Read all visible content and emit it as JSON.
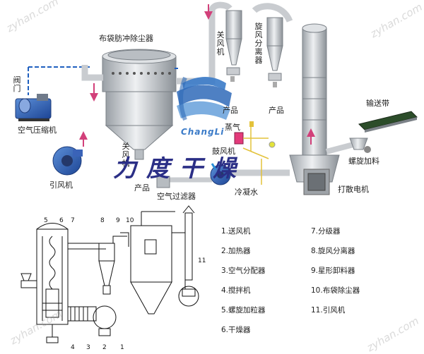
{
  "top_labels": {
    "bag_filter": "布袋肪冲除尘器",
    "valve": "阀门",
    "air_compressor": "空气压缩机",
    "induced_fan": "引风机",
    "closing_fan_top": "关风机",
    "cyclone": "旋风分离器",
    "conveyor_belt": "输送带",
    "product_1": "产品",
    "product_2": "产品",
    "product_3": "产品",
    "steam": "蒸气",
    "closing_fan_mid": "关风机",
    "screw_feed": "螺旋加料",
    "air_filter": "空气过滤器",
    "blower": "鼓风机",
    "cooling_water": "冷凝水",
    "break_motor": "打散电机"
  },
  "brand": {
    "logo_text": "ChangLi",
    "name": "力度干燥",
    "watermark": "zyhan.com"
  },
  "diagram_numbers": [
    "1",
    "2",
    "3",
    "4",
    "5",
    "6",
    "7",
    "8",
    "9",
    "10",
    "11"
  ],
  "legend": [
    "1.送风机",
    "2.加热器",
    "3.空气分配器",
    "4.搅拌机",
    "5.螺旋加粒器",
    "6.干燥器",
    "7.分级器",
    "8.旋风分离器",
    "9.星形卸料器",
    "10.布袋除尘器",
    "11.引风机"
  ],
  "colors": {
    "pipe": "#c9ccd0",
    "pipe_dark": "#8d9296",
    "arrow": "#d2407a",
    "blue_dash": "#1f5fbf",
    "brand": "#2b2f86"
  }
}
